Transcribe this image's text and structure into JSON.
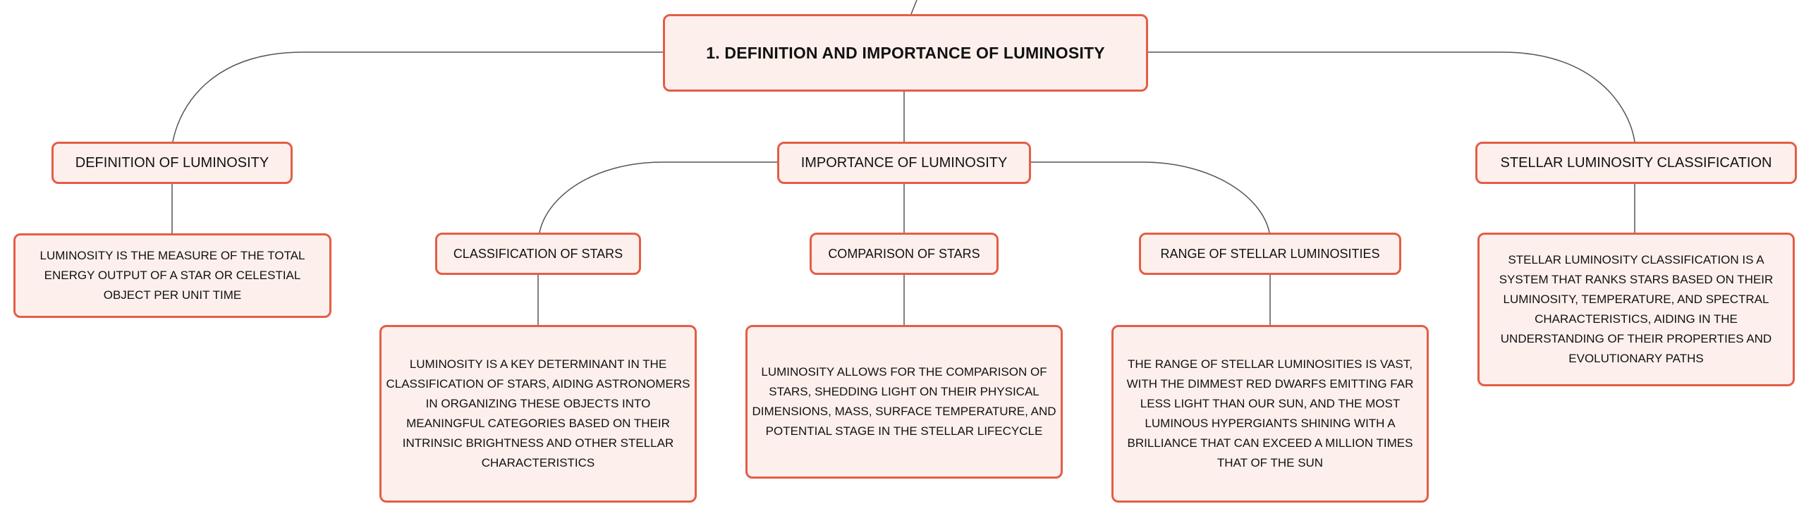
{
  "diagram": {
    "root": {
      "title": "1. DEFINITION AND IMPORTANCE OF LUMINOSITY"
    },
    "definition": {
      "title": "DEFINITION OF LUMINOSITY",
      "detail": "LUMINOSITY IS THE MEASURE OF THE TOTAL ENERGY OUTPUT OF A STAR OR CELESTIAL OBJECT PER UNIT TIME"
    },
    "importance": {
      "title": "IMPORTANCE OF LUMINOSITY",
      "children": [
        {
          "title": "CLASSIFICATION OF STARS",
          "detail": "LUMINOSITY IS A KEY DETERMINANT IN THE CLASSIFICATION OF STARS, AIDING ASTRONOMERS IN ORGANIZING THESE OBJECTS INTO MEANINGFUL CATEGORIES BASED ON THEIR INTRINSIC BRIGHTNESS AND OTHER STELLAR CHARACTERISTICS"
        },
        {
          "title": "COMPARISON OF STARS",
          "detail": "LUMINOSITY ALLOWS FOR THE COMPARISON OF STARS, SHEDDING LIGHT ON THEIR PHYSICAL DIMENSIONS, MASS, SURFACE TEMPERATURE, AND POTENTIAL STAGE IN THE STELLAR LIFECYCLE"
        },
        {
          "title": "RANGE OF STELLAR LUMINOSITIES",
          "detail": "THE RANGE OF STELLAR LUMINOSITIES IS VAST, WITH THE DIMMEST RED DWARFS EMITTING FAR LESS LIGHT THAN OUR SUN, AND THE MOST LUMINOUS HYPERGIANTS SHINING WITH A BRILLIANCE THAT CAN EXCEED A MILLION TIMES THAT OF THE SUN"
        }
      ]
    },
    "classification": {
      "title": "STELLAR LUMINOSITY CLASSIFICATION",
      "detail": "STELLAR LUMINOSITY CLASSIFICATION IS A SYSTEM THAT RANKS STARS BASED ON THEIR LUMINOSITY, TEMPERATURE, AND SPECTRAL CHARACTERISTICS, AIDING IN THE UNDERSTANDING OF THEIR PROPERTIES AND EVOLUTIONARY PATHS"
    }
  },
  "colors": {
    "node_fill": "#fdf0ec",
    "node_border": "#e45d47",
    "connector": "#555555",
    "text": "#111111"
  }
}
